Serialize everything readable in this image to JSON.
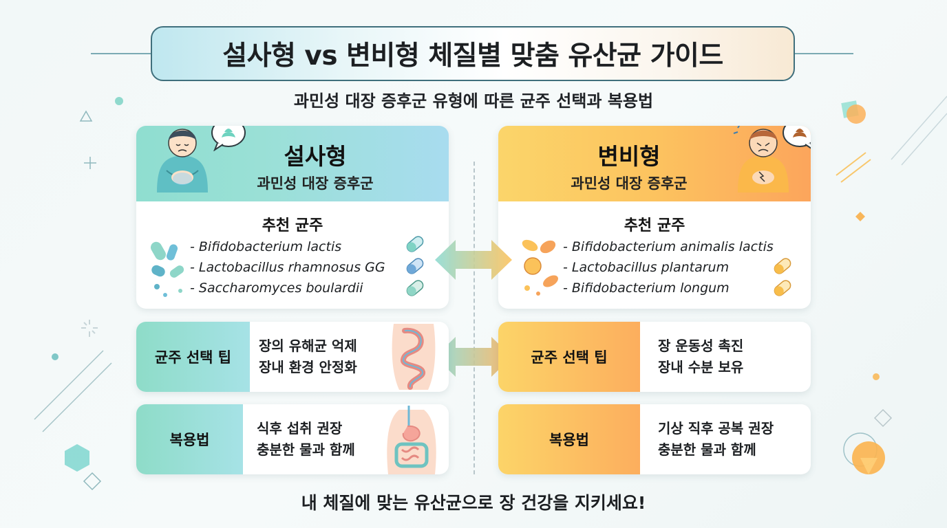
{
  "title": "설사형 vs 변비형 체질별 맞춤 유산균 가이드",
  "subtitle": "과민성 대장 증후군 유형에 따른 균주 선택과 복용법",
  "left": {
    "type_title": "설사형",
    "type_subtitle": "과민성 대장 증후군",
    "strains_title": "추천 균주",
    "strains": [
      "- Bifidobacterium lactis",
      "- Lactobacillus rhamnosus GG",
      "- Saccharomyces boulardii"
    ],
    "tip_label": "균주 선택 팁",
    "tip_lines": [
      "장의 유해균 억제",
      "장내 환경 안정화"
    ],
    "dose_label": "복용법",
    "dose_lines": [
      "식후 섭취 권장",
      "충분한 물과 함께"
    ]
  },
  "right": {
    "type_title": "변비형",
    "type_subtitle": "과민성 대장 증후군",
    "strains_title": "추천 균주",
    "strains": [
      "- Bifidobacterium animalis lactis",
      "- Lactobacillus plantarum",
      "- Bifidobacterium longum"
    ],
    "tip_label": "균주 선택 팁",
    "tip_lines": [
      "장 운동성 촉진",
      "장내 수분 보유"
    ],
    "dose_label": "복용법",
    "dose_lines": [
      "기상 직후 공복 권장",
      "충분한 물과 함께"
    ]
  },
  "footer": "내 체질에 맞는 유산균으로 장 건강을 지키세요!",
  "colors": {
    "diarrhea_accent": "#8fded0",
    "constipation_accent": "#fcc35f",
    "title_border": "#3f6f7c"
  },
  "icons": [
    "person-stomachache-icon",
    "poop-bubble-icon",
    "bacteria-icon",
    "capsule-icon",
    "intestine-icon",
    "digestive-system-icon",
    "double-arrow-icon"
  ]
}
